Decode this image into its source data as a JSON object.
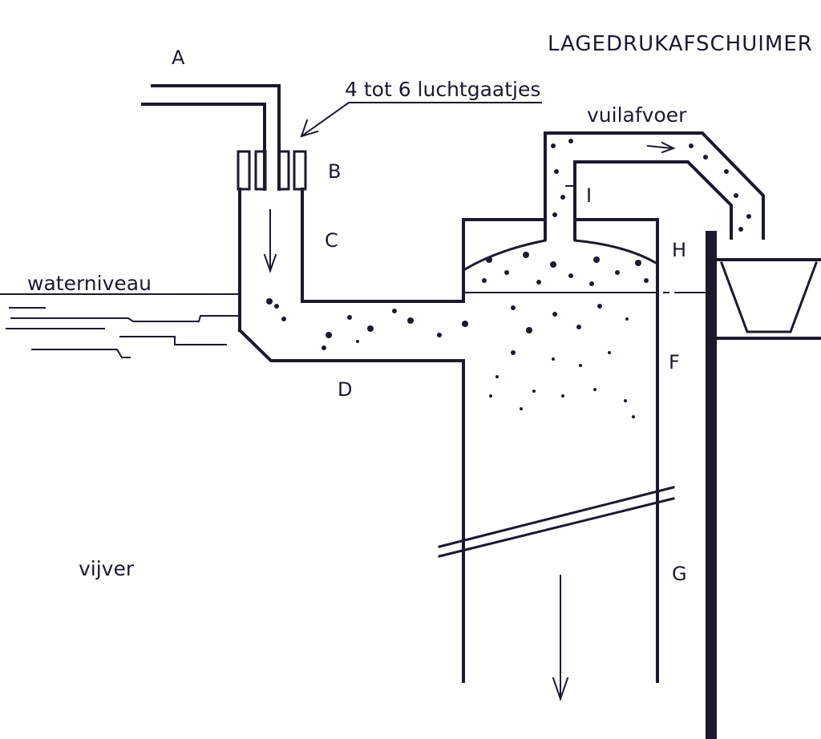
{
  "title": "LAGEDRUKAFSCHUIMER",
  "labels": {
    "A": "A",
    "B": "B",
    "C": "C",
    "D": "D",
    "F": "F",
    "G": "G",
    "H": "H",
    "I": "I"
  },
  "annotations": {
    "air_holes": "4 tot 6 luchtgaatjes",
    "waste_outlet": "vuilafvoer",
    "water_level": "waterniveau",
    "pond": "vijver"
  },
  "colors": {
    "ink": "#1a1a2e",
    "background": "#ffffff"
  }
}
